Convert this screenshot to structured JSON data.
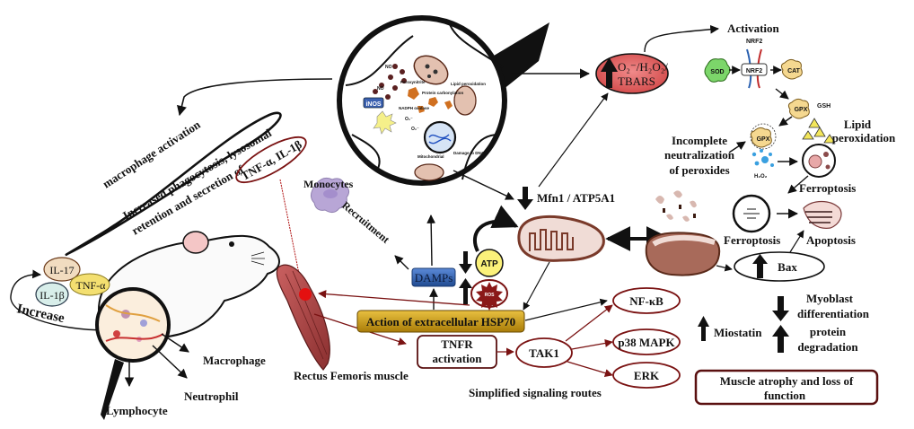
{
  "diagram": {
    "colors": {
      "dark_red": "#7a1212",
      "ros_fill": "#e06060",
      "hsp70_fill": "#c99a0d",
      "damps_fill": "#2f5fa8",
      "il17_fill": "#f1dcc0",
      "tnf_fill": "#f3df70",
      "il1b_fill": "#d8eeea",
      "muscle_fill": "#a84646",
      "monocyte_fill": "#b8a6d6",
      "atp_fill": "#fbf17a",
      "mito_fill": "#f0dcd6",
      "mito_stroke": "#7a3a2a"
    },
    "left": {
      "macrophage_activation": "macrophage activation",
      "phagocytosis_line1": "Increased phagocytosis, lysosomal",
      "phagocytosis_line2": "retention and secretion of",
      "cytokine_ellipse": "TNF-α, IL-1β",
      "il17": "IL-17",
      "tnf": "TNF-α",
      "il1b": "IL-1β",
      "increase": "Increase",
      "macrophage": "Macrophage",
      "neutrophil": "Neutrophil",
      "lymphocyte": "Lymphocyte"
    },
    "center": {
      "cell_labels": {
        "inos": "iNOS",
        "no1": "NO",
        "no2": "NO",
        "peroxynitrite": "Peroxynitrite",
        "protein_carbonylation": "Protein carbonylation",
        "nadph_oxidase": "NADPH oxidase",
        "o2a": "O₂⁻",
        "o2b": "O₂⁻",
        "lipid_peroxidation": "Lipid peroxidation",
        "mitochondrial": "Mitochondrial",
        "damage_dna": "Damage to DNA"
      },
      "monocytes": "Monocytes",
      "recruitment": "Recruitment",
      "damps": "DAMPs",
      "atp": "ATP",
      "ros": "ROS",
      "mfn1": "Mfn1 / ATP5A1",
      "hsp70": "Action of extracellular HSP70",
      "tnfr_line1": "TNFR",
      "tnfr_line2": "activation",
      "tak1": "TAK1",
      "signaling_caption": "Simplified signaling routes",
      "muscle_label": "Rectus Femoris muscle"
    },
    "oxidative": {
      "ros_line1": "O₂⁻/H₂O₂/",
      "ros_line2": "TBARS",
      "activation": "Activation",
      "nrf2_top": "NRF2",
      "nrf2": "NRF2",
      "sod": "SOD",
      "cat": "CAT",
      "gpx1": "GPX",
      "gsh": "GSH",
      "gpx2": "GPX",
      "h2o2": "H₂O₂",
      "incomplete_line1": "Incomplete",
      "incomplete_line2": "neutralization",
      "incomplete_line3": "of peroxides",
      "lipid_line1": "Lipid",
      "lipid_line2": "peroxidation",
      "ferroptosis_top": "Ferroptosis",
      "ferroptosis_bottom": "Ferroptosis",
      "apoptosis": "Apoptosis",
      "bax": "Bax"
    },
    "signaling": {
      "nfkb": "NF-κB",
      "p38": "p38 MAPK",
      "erk": "ERK",
      "miostatin": "Miostatin",
      "myoblast_line1": "Myoblast",
      "myoblast_line2": "differentiation",
      "protein_line1": "protein",
      "protein_line2": "degradation",
      "atrophy_line1": "Muscle atrophy and loss of",
      "atrophy_line2": "function"
    }
  }
}
